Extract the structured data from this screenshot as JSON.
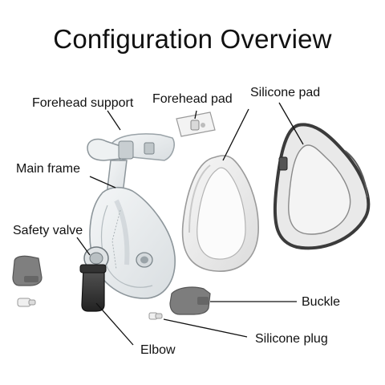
{
  "title": "Configuration Overview",
  "labels": {
    "forehead_support": "Forehead support",
    "forehead_pad": "Forehead pad",
    "silicone_pad": "Silicone pad",
    "main_frame": "Main frame",
    "safety_valve": "Safety valve",
    "buckle": "Buckle",
    "silicone_plug": "Silicone plug",
    "elbow": "Elbow"
  }
}
